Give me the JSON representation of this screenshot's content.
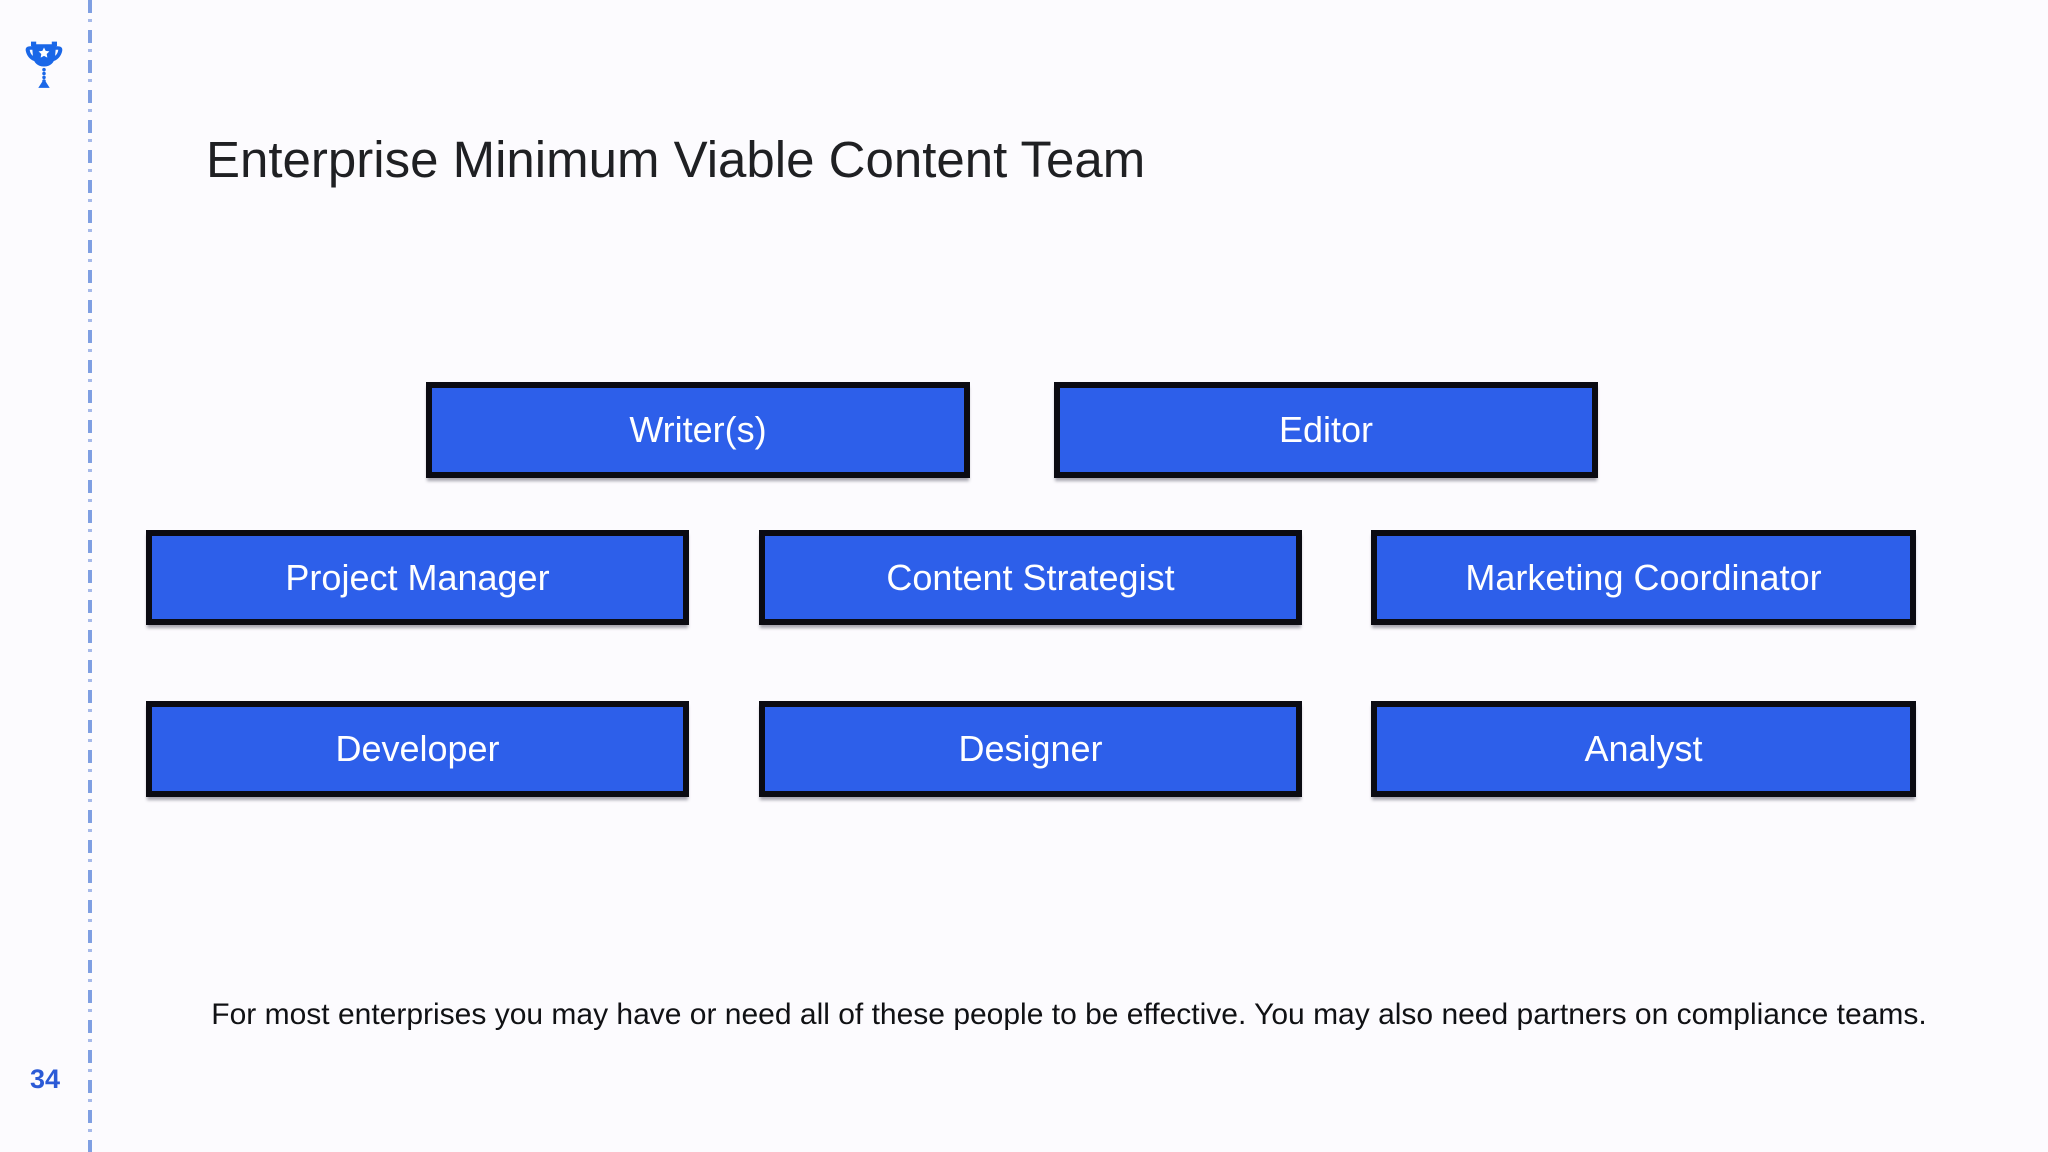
{
  "slide": {
    "title": "Enterprise Minimum Viable Content Team",
    "boxes": [
      {
        "id": "writers",
        "label": "Writer(s)"
      },
      {
        "id": "editor",
        "label": "Editor"
      },
      {
        "id": "project-manager",
        "label": "Project Manager"
      },
      {
        "id": "content-strategist",
        "label": "Content Strategist"
      },
      {
        "id": "marketing-coordinator",
        "label": "Marketing Coordinator"
      },
      {
        "id": "developer",
        "label": "Developer"
      },
      {
        "id": "designer",
        "label": "Designer"
      },
      {
        "id": "analyst",
        "label": "Analyst"
      }
    ],
    "footer_note": "For most enterprises you may have or need all of these people to be effective. You may also need partners on compliance teams.",
    "page_number": "34",
    "icons": {
      "trophy": "trophy-icon"
    },
    "colors": {
      "background": "#fcfbfe",
      "box_fill": "#2d5fea",
      "box_border": "#0b0b12",
      "box_text": "#ffffff",
      "title_text": "#1f2023",
      "footer_text": "#101114",
      "page_number_blue": "#2b5ad6",
      "trophy_blue": "#1a67e8",
      "dash_line_blue": "#7f9fe2"
    }
  }
}
